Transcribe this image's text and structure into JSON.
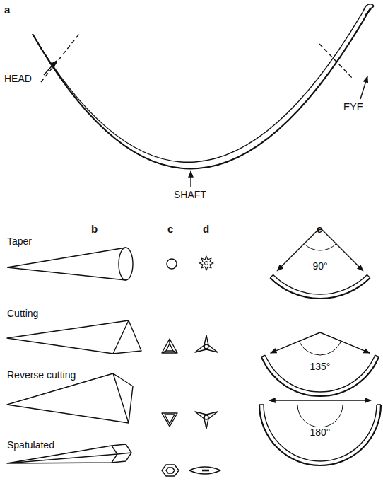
{
  "diagram": {
    "labels": [
      "a",
      "HEAD",
      "EYE",
      "SHAFT",
      "b",
      "c",
      "d",
      "e",
      "Taper",
      "90°",
      "Cutting",
      "Reverse cutting",
      "135°",
      "Spatulated",
      "180°"
    ]
  }
}
